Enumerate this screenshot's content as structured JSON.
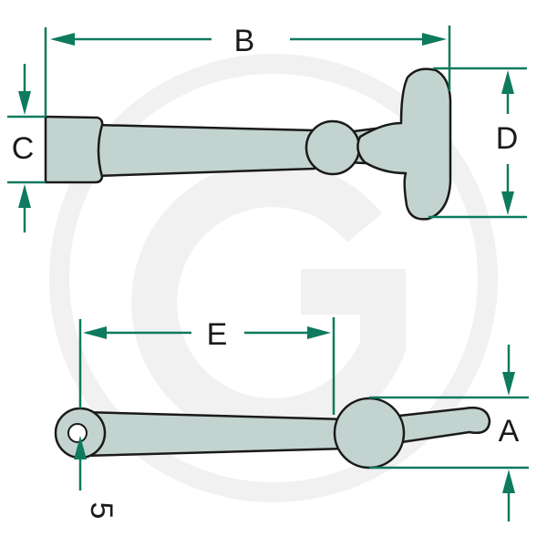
{
  "labels": {
    "a": "A",
    "b": "B",
    "c": "C",
    "d": "D",
    "e": "E",
    "hole": "5"
  },
  "watermark": "G",
  "colors": {
    "dimension": "#0e7a5e",
    "part_fill": "#c3d3cf",
    "outline": "#1a1a1a",
    "watermark": "#f0f0f0"
  }
}
